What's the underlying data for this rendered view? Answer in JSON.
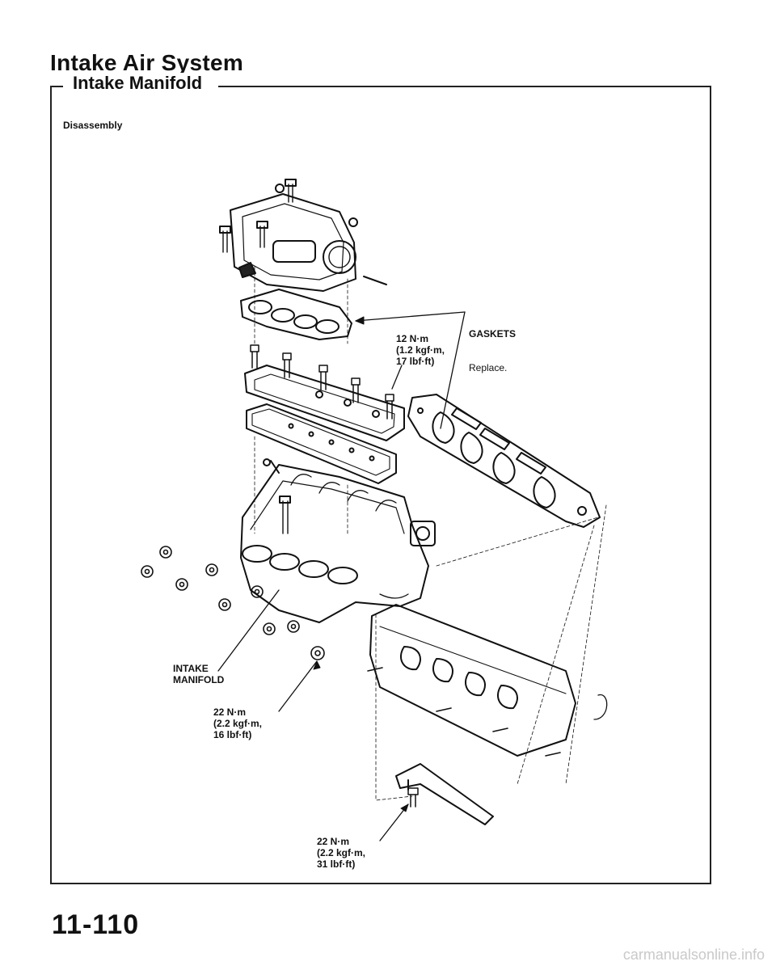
{
  "header": {
    "section_title": "Intake Air System",
    "subtitle": "Intake Manifold"
  },
  "figure": {
    "caption": "Disassembly",
    "labels": {
      "gaskets_name": "GASKETS",
      "gaskets_note": "Replace.",
      "torque_upper": "12 N·m\n(1.2 kgf·m,\n17 lbf·ft)",
      "intake_manifold": "INTAKE\nMANIFOLD",
      "torque_middle": "22 N·m\n(2.2 kgf·m,\n16 lbf·ft)",
      "torque_lower": "22 N·m\n(2.2 kgf·m,\n31 lbf·ft)"
    }
  },
  "footer": {
    "page_number": "11-110",
    "watermark": "carmanualsonline.info"
  }
}
